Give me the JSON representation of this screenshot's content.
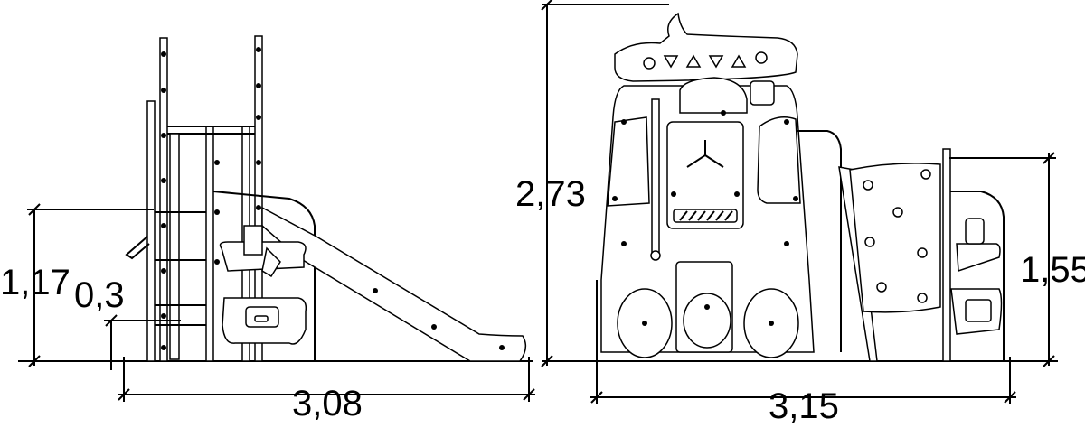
{
  "drawing": {
    "side_view": {
      "height_label": "1,17",
      "platform_height_label": "0,3",
      "length_label": "3,08"
    },
    "front_view": {
      "height_label": "2,73",
      "width_label": "3,15",
      "side_height_label": "1,55"
    }
  }
}
